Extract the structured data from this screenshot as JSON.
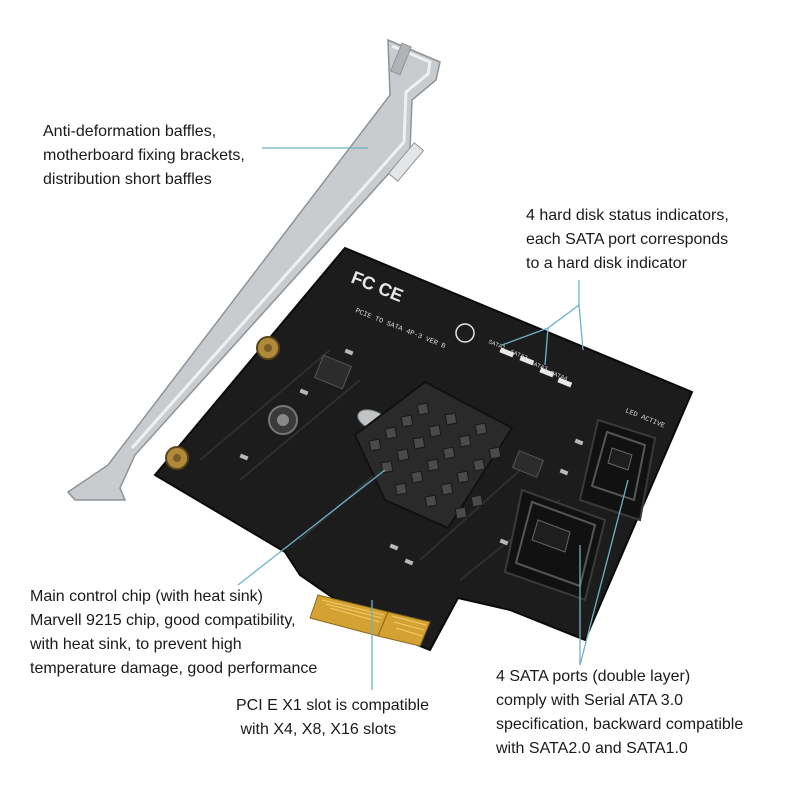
{
  "product": {
    "image_name": "pcie-to-sata-expansion-card",
    "pcb_marking": "PCIE TO SATA 4P-3 VER B",
    "sata_labels": [
      "SATA1",
      "SATA2",
      "SATA3",
      "SATA4"
    ],
    "corner_label": "LED  ACTIVE",
    "colors": {
      "pcb": "#1c1c1c",
      "bracket": "#c9cccf",
      "heatsink": "#2a2a2a",
      "gold_contacts": "#d4a233",
      "leader_lines": "#6fb0c8",
      "text": "#1a1a1a"
    }
  },
  "annotations": {
    "brackets": {
      "lines": [
        "Anti-deformation baffles,",
        "motherboard fixing brackets,",
        "distribution short baffles"
      ]
    },
    "indicators": {
      "lines": [
        "4 hard disk status indicators,",
        "each SATA port corresponds",
        "to a hard disk indicator"
      ]
    },
    "chip": {
      "lines": [
        "Main control chip (with heat sink)",
        "Marvell 9215 chip, good compatibility,",
        "with heat sink, to prevent high",
        "temperature damage, good performance"
      ]
    },
    "slot": {
      "lines": [
        "PCI E X1 slot is compatible",
        " with X4, X8, X16 slots"
      ]
    },
    "ports": {
      "lines": [
        "4 SATA ports (double layer)",
        "comply with Serial ATA 3.0",
        "specification, backward compatible",
        "with SATA2.0 and SATA1.0"
      ]
    }
  }
}
